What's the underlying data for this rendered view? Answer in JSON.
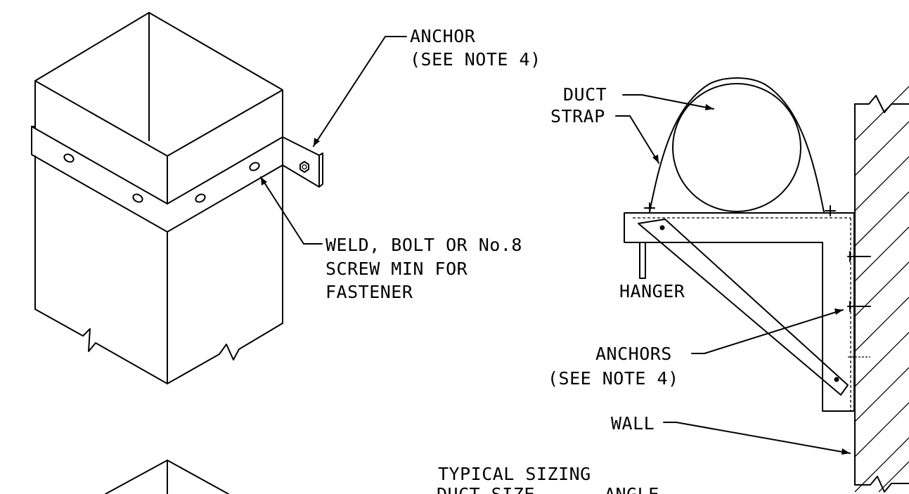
{
  "labels": {
    "anchor": "ANCHOR",
    "anchor_note": "(SEE NOTE 4)",
    "duct": "DUCT",
    "strap": "STRAP",
    "weld_line1": "WELD, BOLT OR No.8",
    "weld_line2": "SCREW MIN FOR",
    "weld_line3": "FASTENER",
    "hanger": "HANGER",
    "anchors": "ANCHORS",
    "anchors_note": "(SEE NOTE 4)",
    "wall": "WALL",
    "typical_sizing": "TYPICAL SIZING",
    "duct_size": "DUCT SIZE",
    "angle": "ANGLE"
  }
}
